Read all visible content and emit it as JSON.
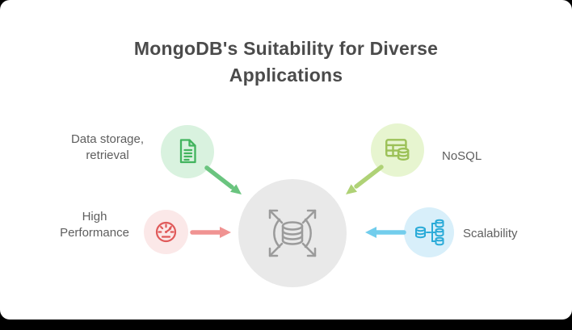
{
  "title": {
    "text": "MongoDB's Suitability for Diverse Applications",
    "color": "#4b4b4b"
  },
  "center": {
    "icon": "scaling-database-icon",
    "bg": "#e9e9e9",
    "accent": "#9b9b9b"
  },
  "nodes": {
    "document": {
      "label": "Data storage,\nretrieval",
      "icon": "document-icon",
      "accent": "#42b45e",
      "bg": "#d9f2df",
      "arrow_color": "#6ac47f"
    },
    "performance": {
      "label": "High\nPerformance",
      "icon": "speedometer-icon",
      "accent": "#e05a5a",
      "bg": "#fbe8e8",
      "arrow_color": "#f09392"
    },
    "nosql": {
      "label": "NoSQL",
      "icon": "table-database-icon",
      "accent": "#9cc158",
      "bg": "#e7f5d0",
      "arrow_color": "#afd276"
    },
    "scalability": {
      "label": "Scalability",
      "icon": "cluster-database-icon",
      "accent": "#2aabd8",
      "bg": "#d8effa",
      "arrow_color": "#72cdec"
    }
  }
}
